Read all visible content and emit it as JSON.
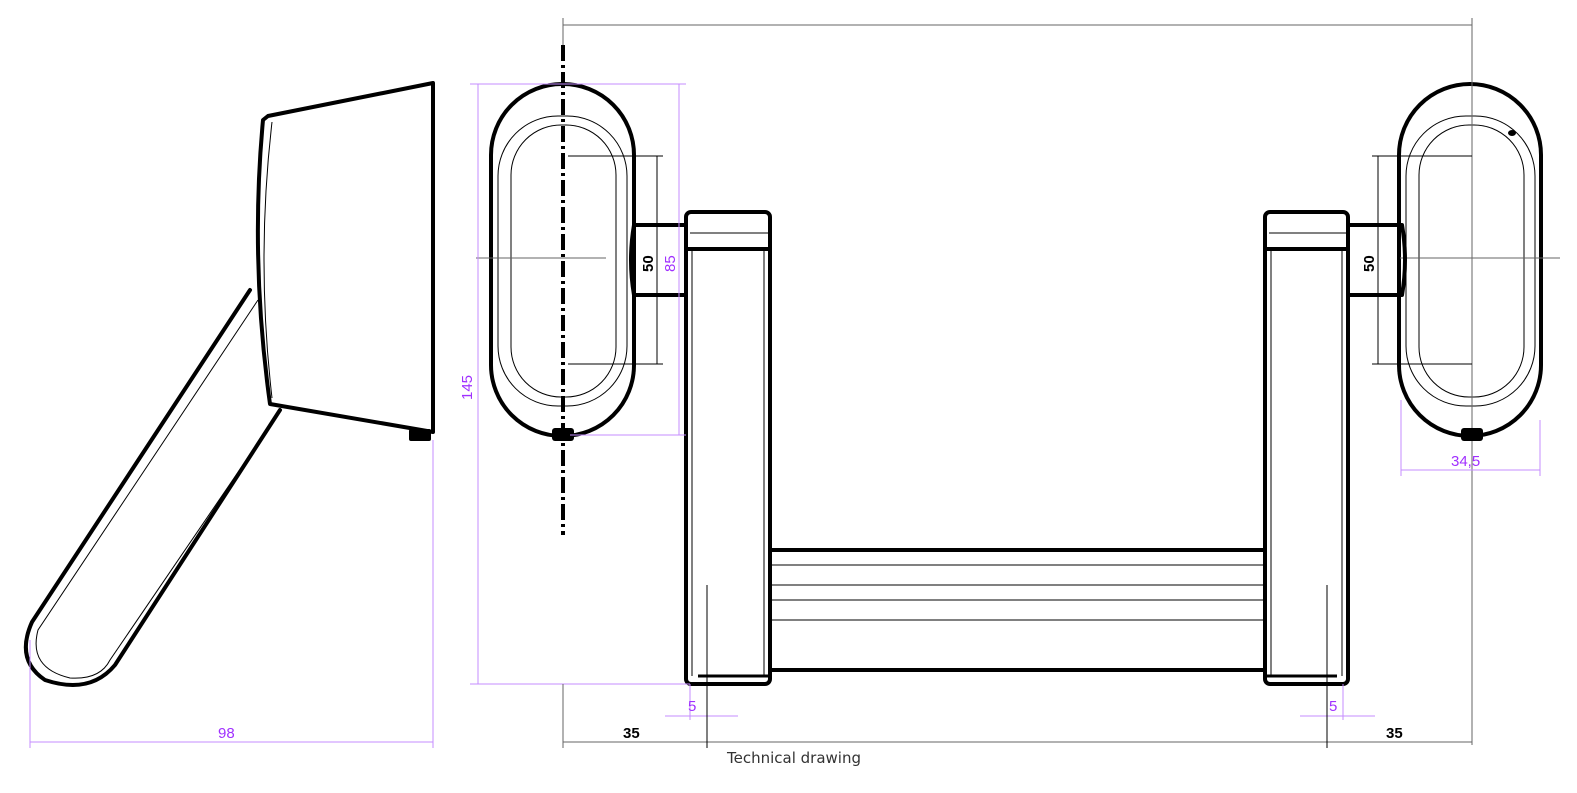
{
  "caption": "Technical drawing",
  "dimensions": {
    "side_width": "98",
    "overall_height": "145",
    "rose_height": "85",
    "stem_left": "50",
    "stem_right": "50",
    "rose_depth": "34,5",
    "offset_left": "5",
    "offset_right": "5",
    "edge_left": "35",
    "edge_right": "35"
  },
  "colors": {
    "dimension": "#a030ff",
    "line": "#000000"
  }
}
